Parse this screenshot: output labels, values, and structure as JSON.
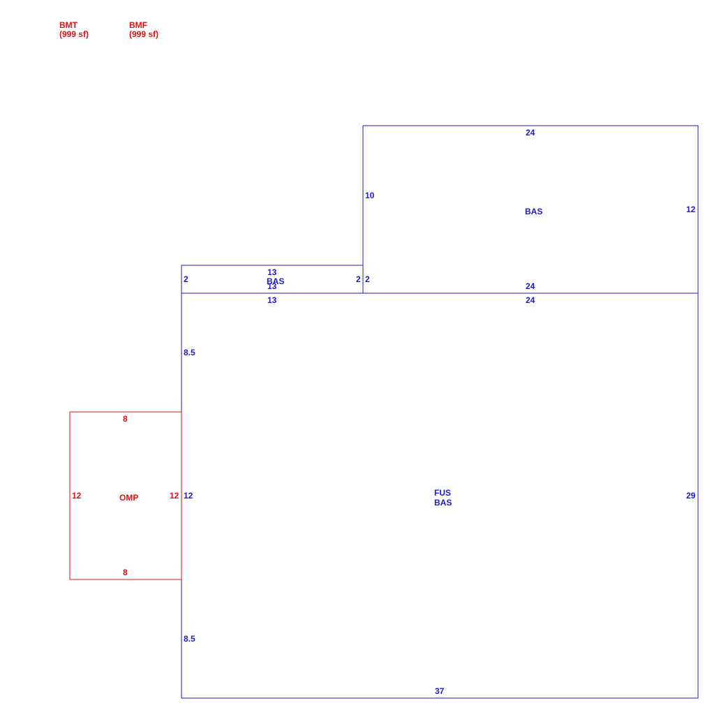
{
  "legend": [
    {
      "code": "BMT",
      "area": "(999 sf)"
    },
    {
      "code": "BMF",
      "area": "(999 sf)"
    }
  ],
  "colors": {
    "main": "#1a1acc",
    "porch": "#dd1111"
  },
  "areas": {
    "upper_right": {
      "code": "BAS",
      "dims": {
        "top": "24",
        "left": "10",
        "right": "12",
        "bottom": "24"
      }
    },
    "small_strip": {
      "code": "BAS",
      "dims": {
        "top": "13",
        "left": "2",
        "right": "2",
        "bottom": "13"
      }
    },
    "main": {
      "codes": [
        "FUS",
        "BAS"
      ],
      "dims": {
        "top_left": "13",
        "top_right": "24",
        "left_upper": "8.5",
        "left_middle": "12",
        "left_lower": "8.5",
        "right": "29",
        "bottom": "37",
        "strip_right": "2"
      }
    },
    "porch": {
      "code": "OMP",
      "dims": {
        "top": "8",
        "left": "12",
        "right": "12",
        "bottom": "8"
      }
    }
  }
}
